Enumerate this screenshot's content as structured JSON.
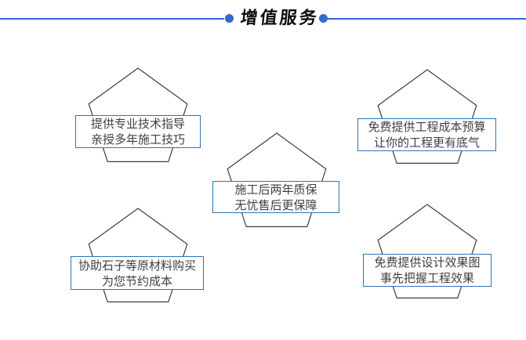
{
  "header": {
    "title": "增值服务",
    "accent_color": "#2f6bd0"
  },
  "cards": [
    {
      "name": "technical-guidance",
      "line1": "提供专业技术指导",
      "line2": "亲授多年施工技巧"
    },
    {
      "name": "cost-budget",
      "line1": "免费提供工程成本预算",
      "line2": "让你的工程更有底气"
    },
    {
      "name": "warranty",
      "line1": "施工后两年质保",
      "line2": "无忧售后更保障"
    },
    {
      "name": "material-purchase",
      "line1": "协助石子等原材料购买",
      "line2": "为您节约成本"
    },
    {
      "name": "design-renderings",
      "line1": "免费提供设计效果图",
      "line2": "事先把握工程效果"
    }
  ],
  "colors": {
    "line_dot_blue": "#2f6bd0",
    "box_border_blue": "#2e75b6",
    "pentagon_outline": "#3d3d3d",
    "text_gray": "#3f3f3f"
  }
}
